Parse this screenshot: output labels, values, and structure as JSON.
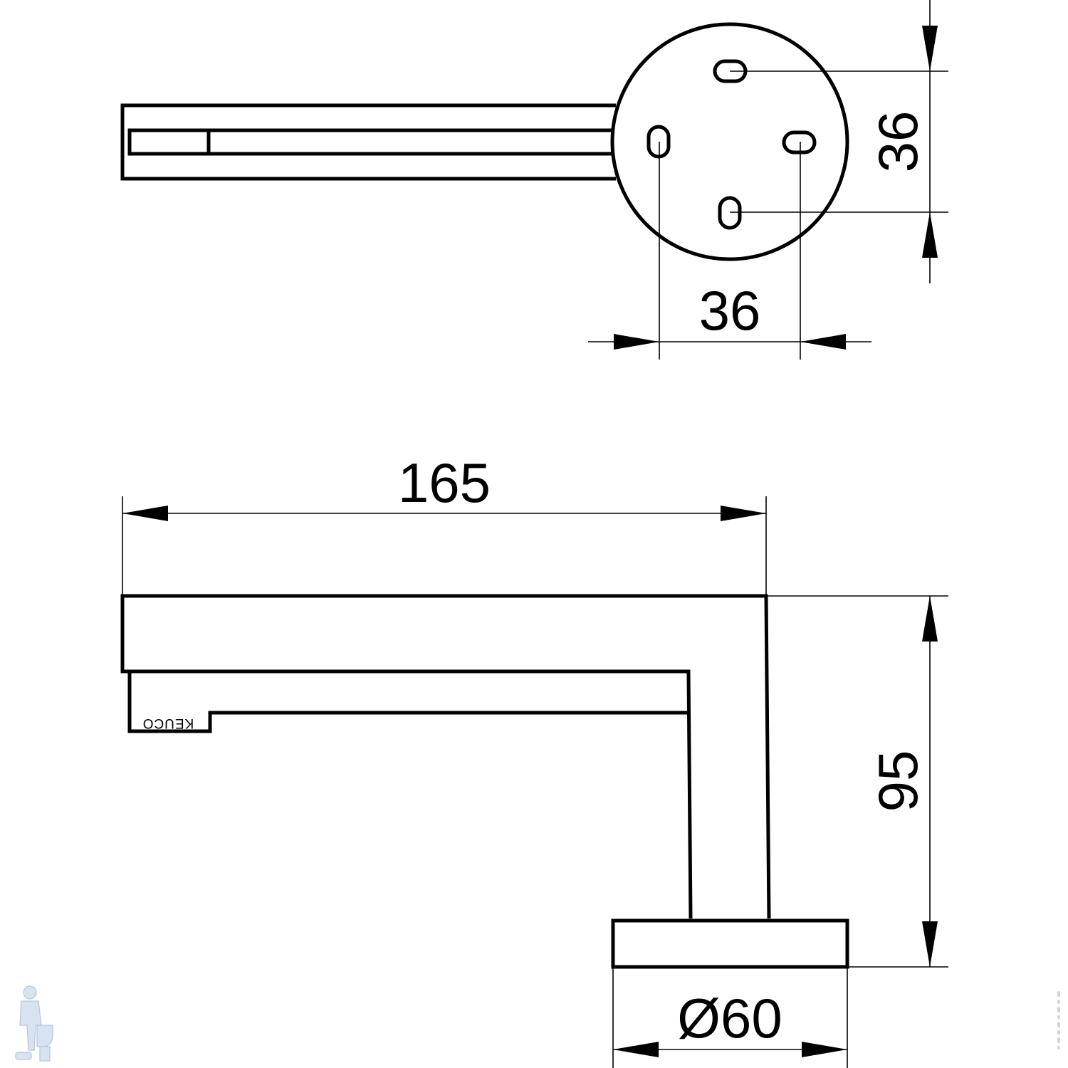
{
  "dimensions": {
    "top_vertical": "36",
    "top_horizontal": "36",
    "length": "165",
    "height": "95",
    "base_diameter": "Ø60"
  },
  "brand_mark": "KEUCO",
  "colors": {
    "line": "#000000",
    "background": "#ffffff"
  }
}
